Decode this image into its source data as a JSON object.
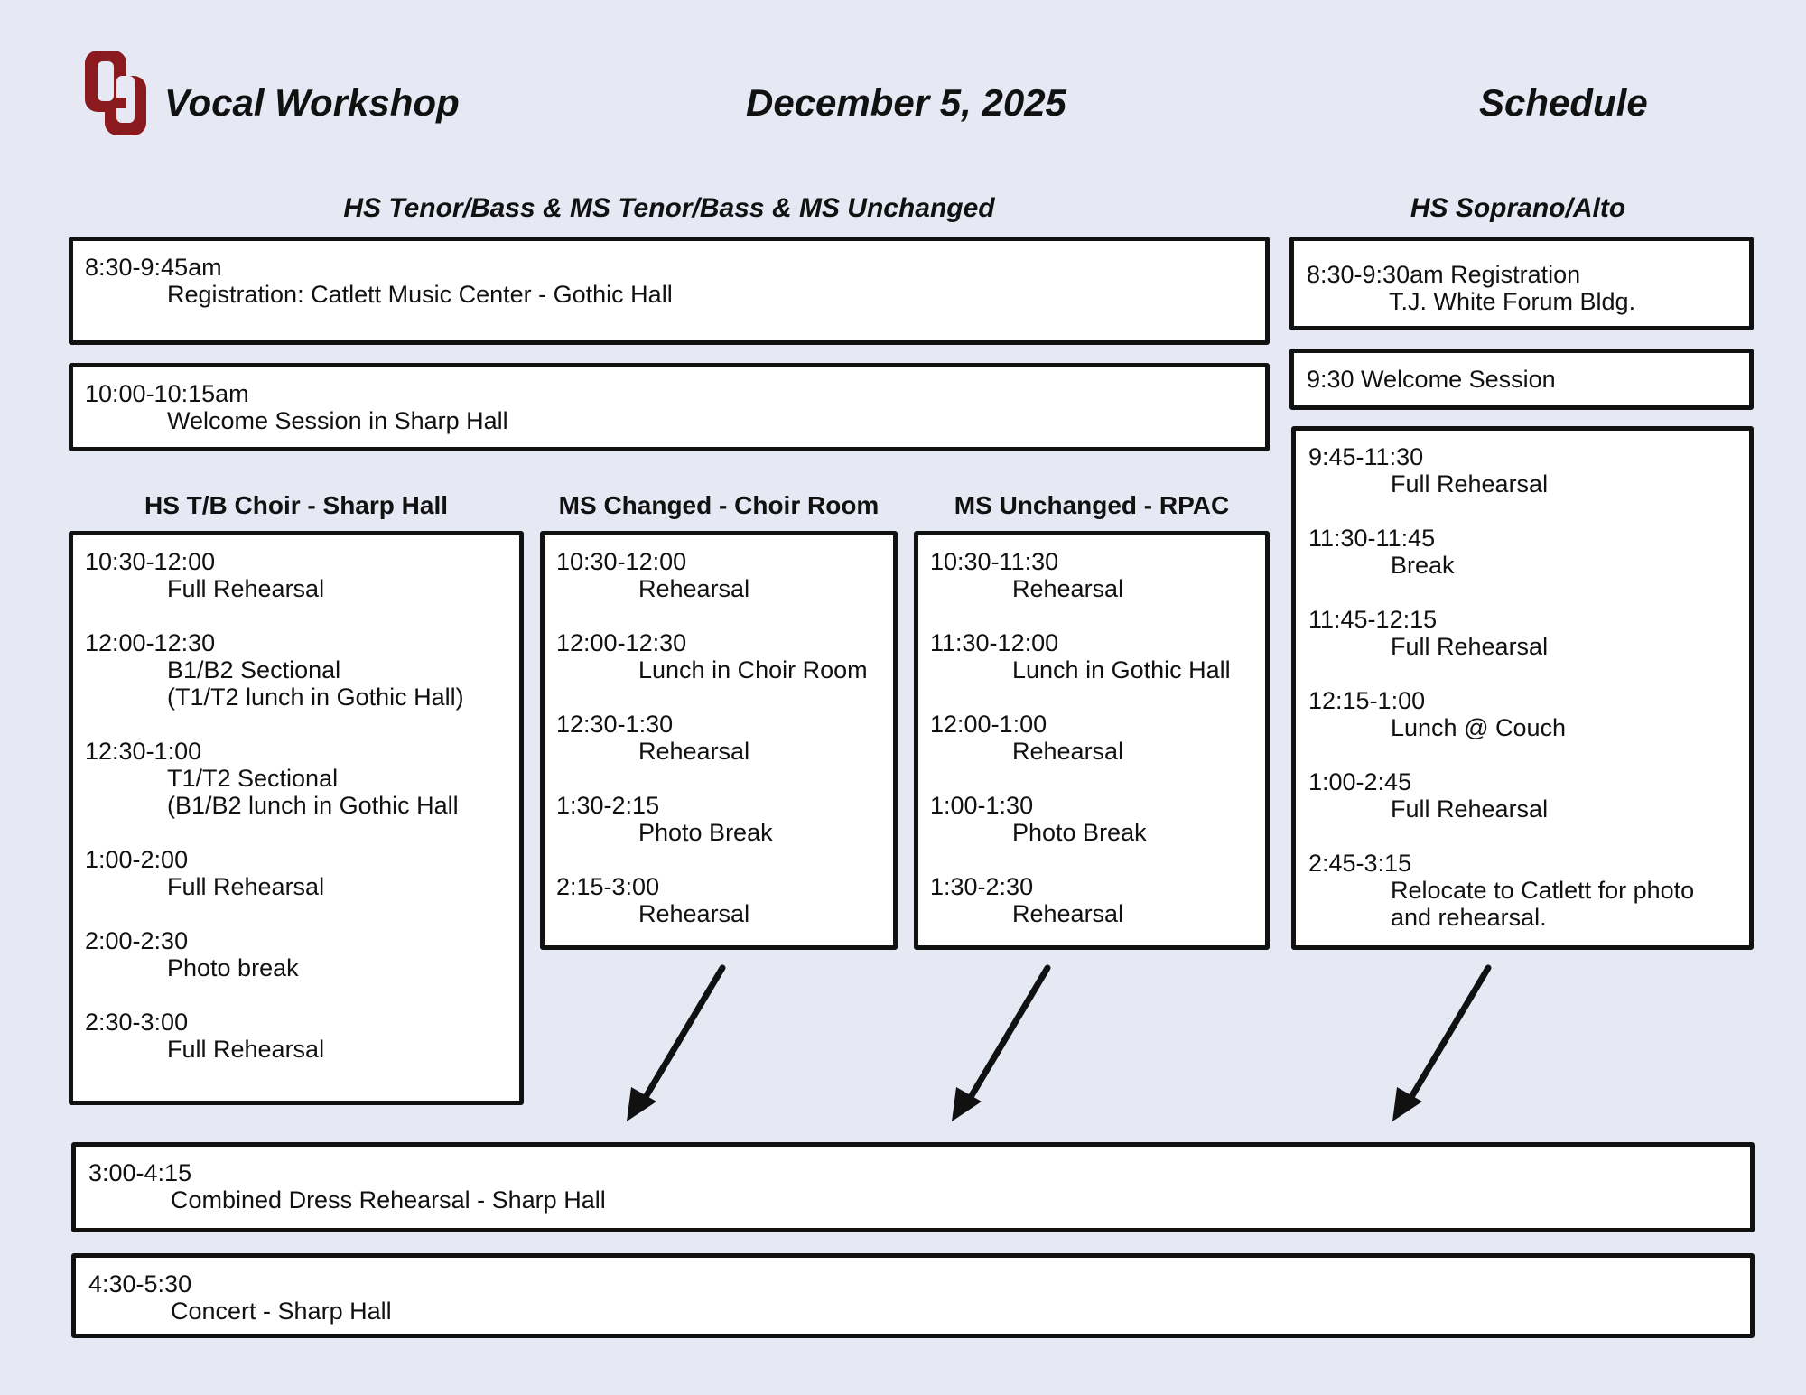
{
  "header": {
    "title": "Vocal Workshop",
    "date": "December 5, 2025",
    "schedule_label": "Schedule"
  },
  "sections": {
    "left_heading": "HS Tenor/Bass & MS Tenor/Bass & MS Unchanged",
    "right_heading": "HS Soprano/Alto"
  },
  "left_top": [
    {
      "time": "8:30-9:45am",
      "desc": "Registration: Catlett Music Center - Gothic Hall"
    },
    {
      "time": "10:00-10:15am",
      "desc": "Welcome Session in Sharp Hall"
    }
  ],
  "columns": [
    {
      "heading": "HS T/B Choir - Sharp Hall",
      "events": [
        {
          "time": "10:30-12:00",
          "lines": [
            "Full Rehearsal"
          ]
        },
        {
          "time": "12:00-12:30",
          "lines": [
            "B1/B2 Sectional",
            "(T1/T2 lunch in Gothic Hall)"
          ]
        },
        {
          "time": "12:30-1:00",
          "lines": [
            "T1/T2 Sectional",
            "(B1/B2 lunch in Gothic Hall"
          ]
        },
        {
          "time": "1:00-2:00",
          "lines": [
            "Full Rehearsal"
          ]
        },
        {
          "time": "2:00-2:30",
          "lines": [
            "Photo break"
          ]
        },
        {
          "time": "2:30-3:00",
          "lines": [
            "Full Rehearsal"
          ]
        }
      ]
    },
    {
      "heading": "MS Changed - Choir Room",
      "events": [
        {
          "time": "10:30-12:00",
          "lines": [
            "Rehearsal"
          ]
        },
        {
          "time": "12:00-12:30",
          "lines": [
            "Lunch in Choir Room"
          ]
        },
        {
          "time": "12:30-1:30",
          "lines": [
            "Rehearsal"
          ]
        },
        {
          "time": "1:30-2:15",
          "lines": [
            "Photo Break"
          ]
        },
        {
          "time": "2:15-3:00",
          "lines": [
            "Rehearsal"
          ]
        }
      ]
    },
    {
      "heading": "MS Unchanged - RPAC",
      "events": [
        {
          "time": "10:30-11:30",
          "lines": [
            "Rehearsal"
          ]
        },
        {
          "time": "11:30-12:00",
          "lines": [
            "Lunch in Gothic Hall"
          ]
        },
        {
          "time": "12:00-1:00",
          "lines": [
            "Rehearsal"
          ]
        },
        {
          "time": "1:00-1:30",
          "lines": [
            "Photo Break"
          ]
        },
        {
          "time": "1:30-2:30",
          "lines": [
            "Rehearsal"
          ]
        }
      ]
    }
  ],
  "right_top": {
    "registration": {
      "time": "8:30-9:30am Registration",
      "desc": "T.J. White Forum Bldg."
    },
    "welcome": "9:30 Welcome Session"
  },
  "right_events": [
    {
      "time": "9:45-11:30",
      "lines": [
        "Full Rehearsal"
      ]
    },
    {
      "time": "11:30-11:45",
      "lines": [
        "Break"
      ]
    },
    {
      "time": "11:45-12:15",
      "lines": [
        "Full Rehearsal"
      ]
    },
    {
      "time": "12:15-1:00",
      "lines": [
        "Lunch @ Couch"
      ]
    },
    {
      "time": "1:00-2:45",
      "lines": [
        "Full Rehearsal"
      ]
    },
    {
      "time": "2:45-3:15",
      "lines": [
        "Relocate to Catlett for photo",
        "and rehearsal."
      ]
    }
  ],
  "bottom": [
    {
      "time": "3:00-4:15",
      "desc": "Combined Dress Rehearsal - Sharp Hall"
    },
    {
      "time": "4:30-5:30",
      "desc": "Concert - Sharp Hall"
    }
  ],
  "colors": {
    "background": "#e6e8f4",
    "logo": "#8b1a1f",
    "border": "#111111"
  }
}
